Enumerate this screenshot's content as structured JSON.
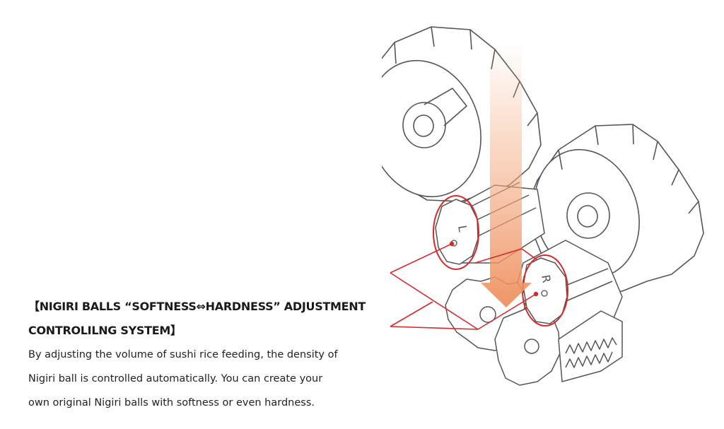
{
  "heading": {
    "line1": "【NIGIRI BALLS “SOFTNESS⇔HARDNESS” ADJUSTMENT",
    "line2": "CONTROLILNG SYSTEM】"
  },
  "body": {
    "line1": "By adjusting the volume of sushi rice feeding, the density of",
    "line2": "Nigiri ball is controlled automatically. You can create your",
    "line3": "own original  Nigiri balls with softness or even hardness."
  },
  "diagram": {
    "left_dial_label": "L",
    "right_dial_label": "R",
    "accent_color": "#d42a2a",
    "arrow_color": "#f0a37a",
    "line_color": "#555555",
    "icons": [
      "dial-left-icon",
      "dial-right-icon",
      "feed-arrow-icon"
    ]
  }
}
